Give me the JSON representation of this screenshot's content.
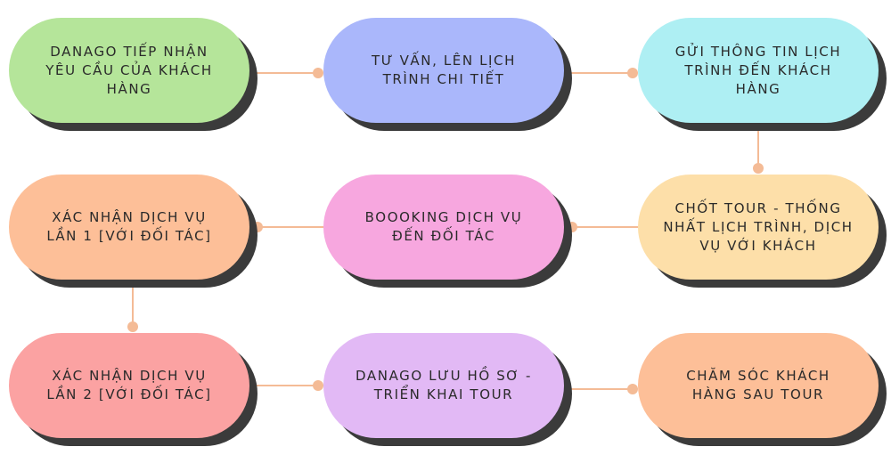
{
  "colors": {
    "connector": "#f4bb96",
    "shadow": "#3b3b3b",
    "text": "#2a2a2a"
  },
  "steps": [
    {
      "label": "DANAGO TIẾP NHẬN YÊU CẦU CỦA KHÁCH HÀNG",
      "color": "#b5e59a"
    },
    {
      "label": "TƯ VẤN, LÊN LỊCH TRÌNH CHI TIẾT",
      "color": "#aab7fb"
    },
    {
      "label": "GỬI THÔNG TIN LỊCH TRÌNH ĐẾN KHÁCH HÀNG",
      "color": "#aeeff3"
    },
    {
      "label": "CHỐT TOUR - THỐNG NHẤT LỊCH TRÌNH, DỊCH VỤ VỚI KHÁCH",
      "color": "#fddfa9"
    },
    {
      "label": "BOOOKING DỊCH VỤ ĐẾN ĐỐI TÁC",
      "color": "#f7a7df"
    },
    {
      "label": "XÁC NHẬN DỊCH VỤ LẦN 1 [VỚI ĐỐI TÁC]",
      "color": "#fdbf98"
    },
    {
      "label": "XÁC NHẬN DỊCH VỤ LẦN 2 [VỚI ĐỐI TÁC]",
      "color": "#fba2a2"
    },
    {
      "label": "DANAGO LƯU HỒ SƠ - TRIỂN KHAI TOUR",
      "color": "#e2b9f5"
    },
    {
      "label": "CHĂM SÓC KHÁCH HÀNG SAU TOUR",
      "color": "#fdbf98"
    }
  ]
}
